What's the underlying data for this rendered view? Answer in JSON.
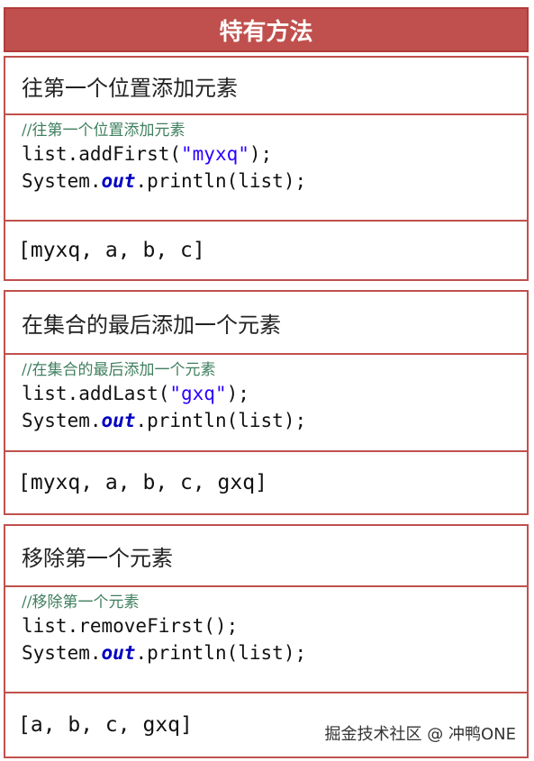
{
  "header": {
    "title": "特有方法"
  },
  "sections": [
    {
      "title": "往第一个位置添加元素",
      "comment": "//往第一个位置添加元素",
      "code_line1_prefix": "list.addFirst(",
      "code_line1_string": "\"myxq\"",
      "code_line1_suffix": ");",
      "code_line2_prefix": "System.",
      "code_line2_out": "out",
      "code_line2_suffix": ".println(list);",
      "result": "[myxq, a, b, c]"
    },
    {
      "title": "在集合的最后添加一个元素",
      "comment": "//在集合的最后添加一个元素",
      "code_line1_prefix": "list.addLast(",
      "code_line1_string": "\"gxq\"",
      "code_line1_suffix": ");",
      "code_line2_prefix": "System.",
      "code_line2_out": "out",
      "code_line2_suffix": ".println(list);",
      "result": "[myxq, a, b, c, gxq]"
    },
    {
      "title": "移除第一个元素",
      "comment": "//移除第一个元素",
      "code_line1_prefix": "list.removeFirst();",
      "code_line1_string": "",
      "code_line1_suffix": "",
      "code_line2_prefix": "System.",
      "code_line2_out": "out",
      "code_line2_suffix": ".println(list);",
      "result": "[a, b, c, gxq]"
    }
  ],
  "watermark": "掘金技术社区 @ 冲鸭ONE",
  "colors": {
    "header_bg": "#c0504d",
    "border": "#c0504d",
    "comment": "#3f7f5f",
    "string": "#2a00ff",
    "field": "#0000c0"
  }
}
